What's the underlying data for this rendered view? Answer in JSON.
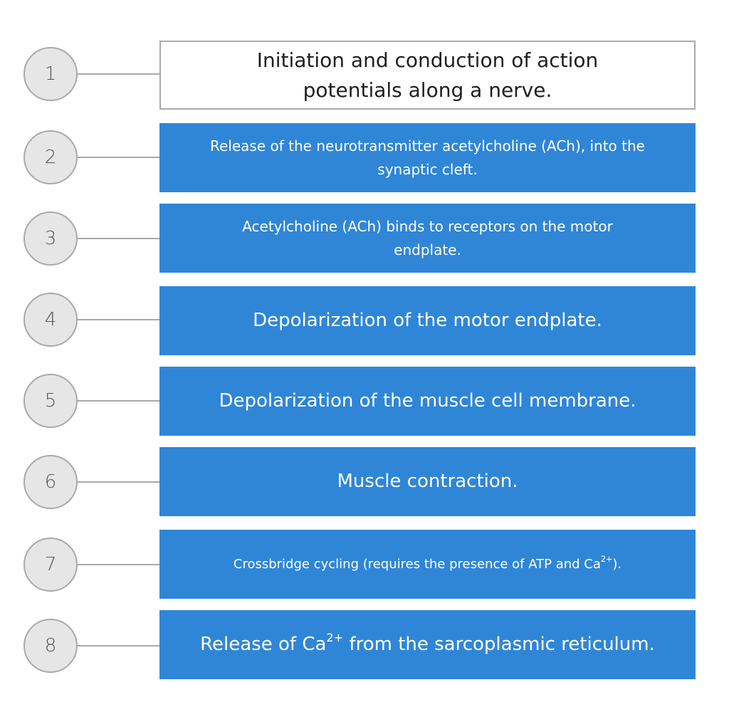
{
  "steps": [
    {
      "number": "1",
      "text": "Initiation and conduction of action potentials along a nerve."
    },
    {
      "number": "2",
      "text": "Release of the neurotransmitter acetylcholine (ACh), into the synaptic cleft."
    },
    {
      "number": "3",
      "text": "Acetylcholine (ACh) binds to receptors on the motor endplate."
    },
    {
      "number": "4",
      "text": "Depolarization of the motor endplate."
    },
    {
      "number": "5",
      "text": "Depolarization of the muscle cell membrane."
    },
    {
      "number": "6",
      "text": "Muscle contraction."
    },
    {
      "number": "7",
      "text_before": "Crossbridge cycling (requires the presence of ATP and Ca",
      "superscript": "2+",
      "text_after": ")."
    },
    {
      "number": "8",
      "text_before": "Release of Ca",
      "superscript": "2+",
      "text_after": " from the sarcoplasmic reticulum."
    }
  ],
  "colors": {
    "box_fill": "#2f86d6",
    "outline": "#a9a9a9",
    "circle_fill": "#e6e6e6",
    "number_text": "#555555"
  }
}
